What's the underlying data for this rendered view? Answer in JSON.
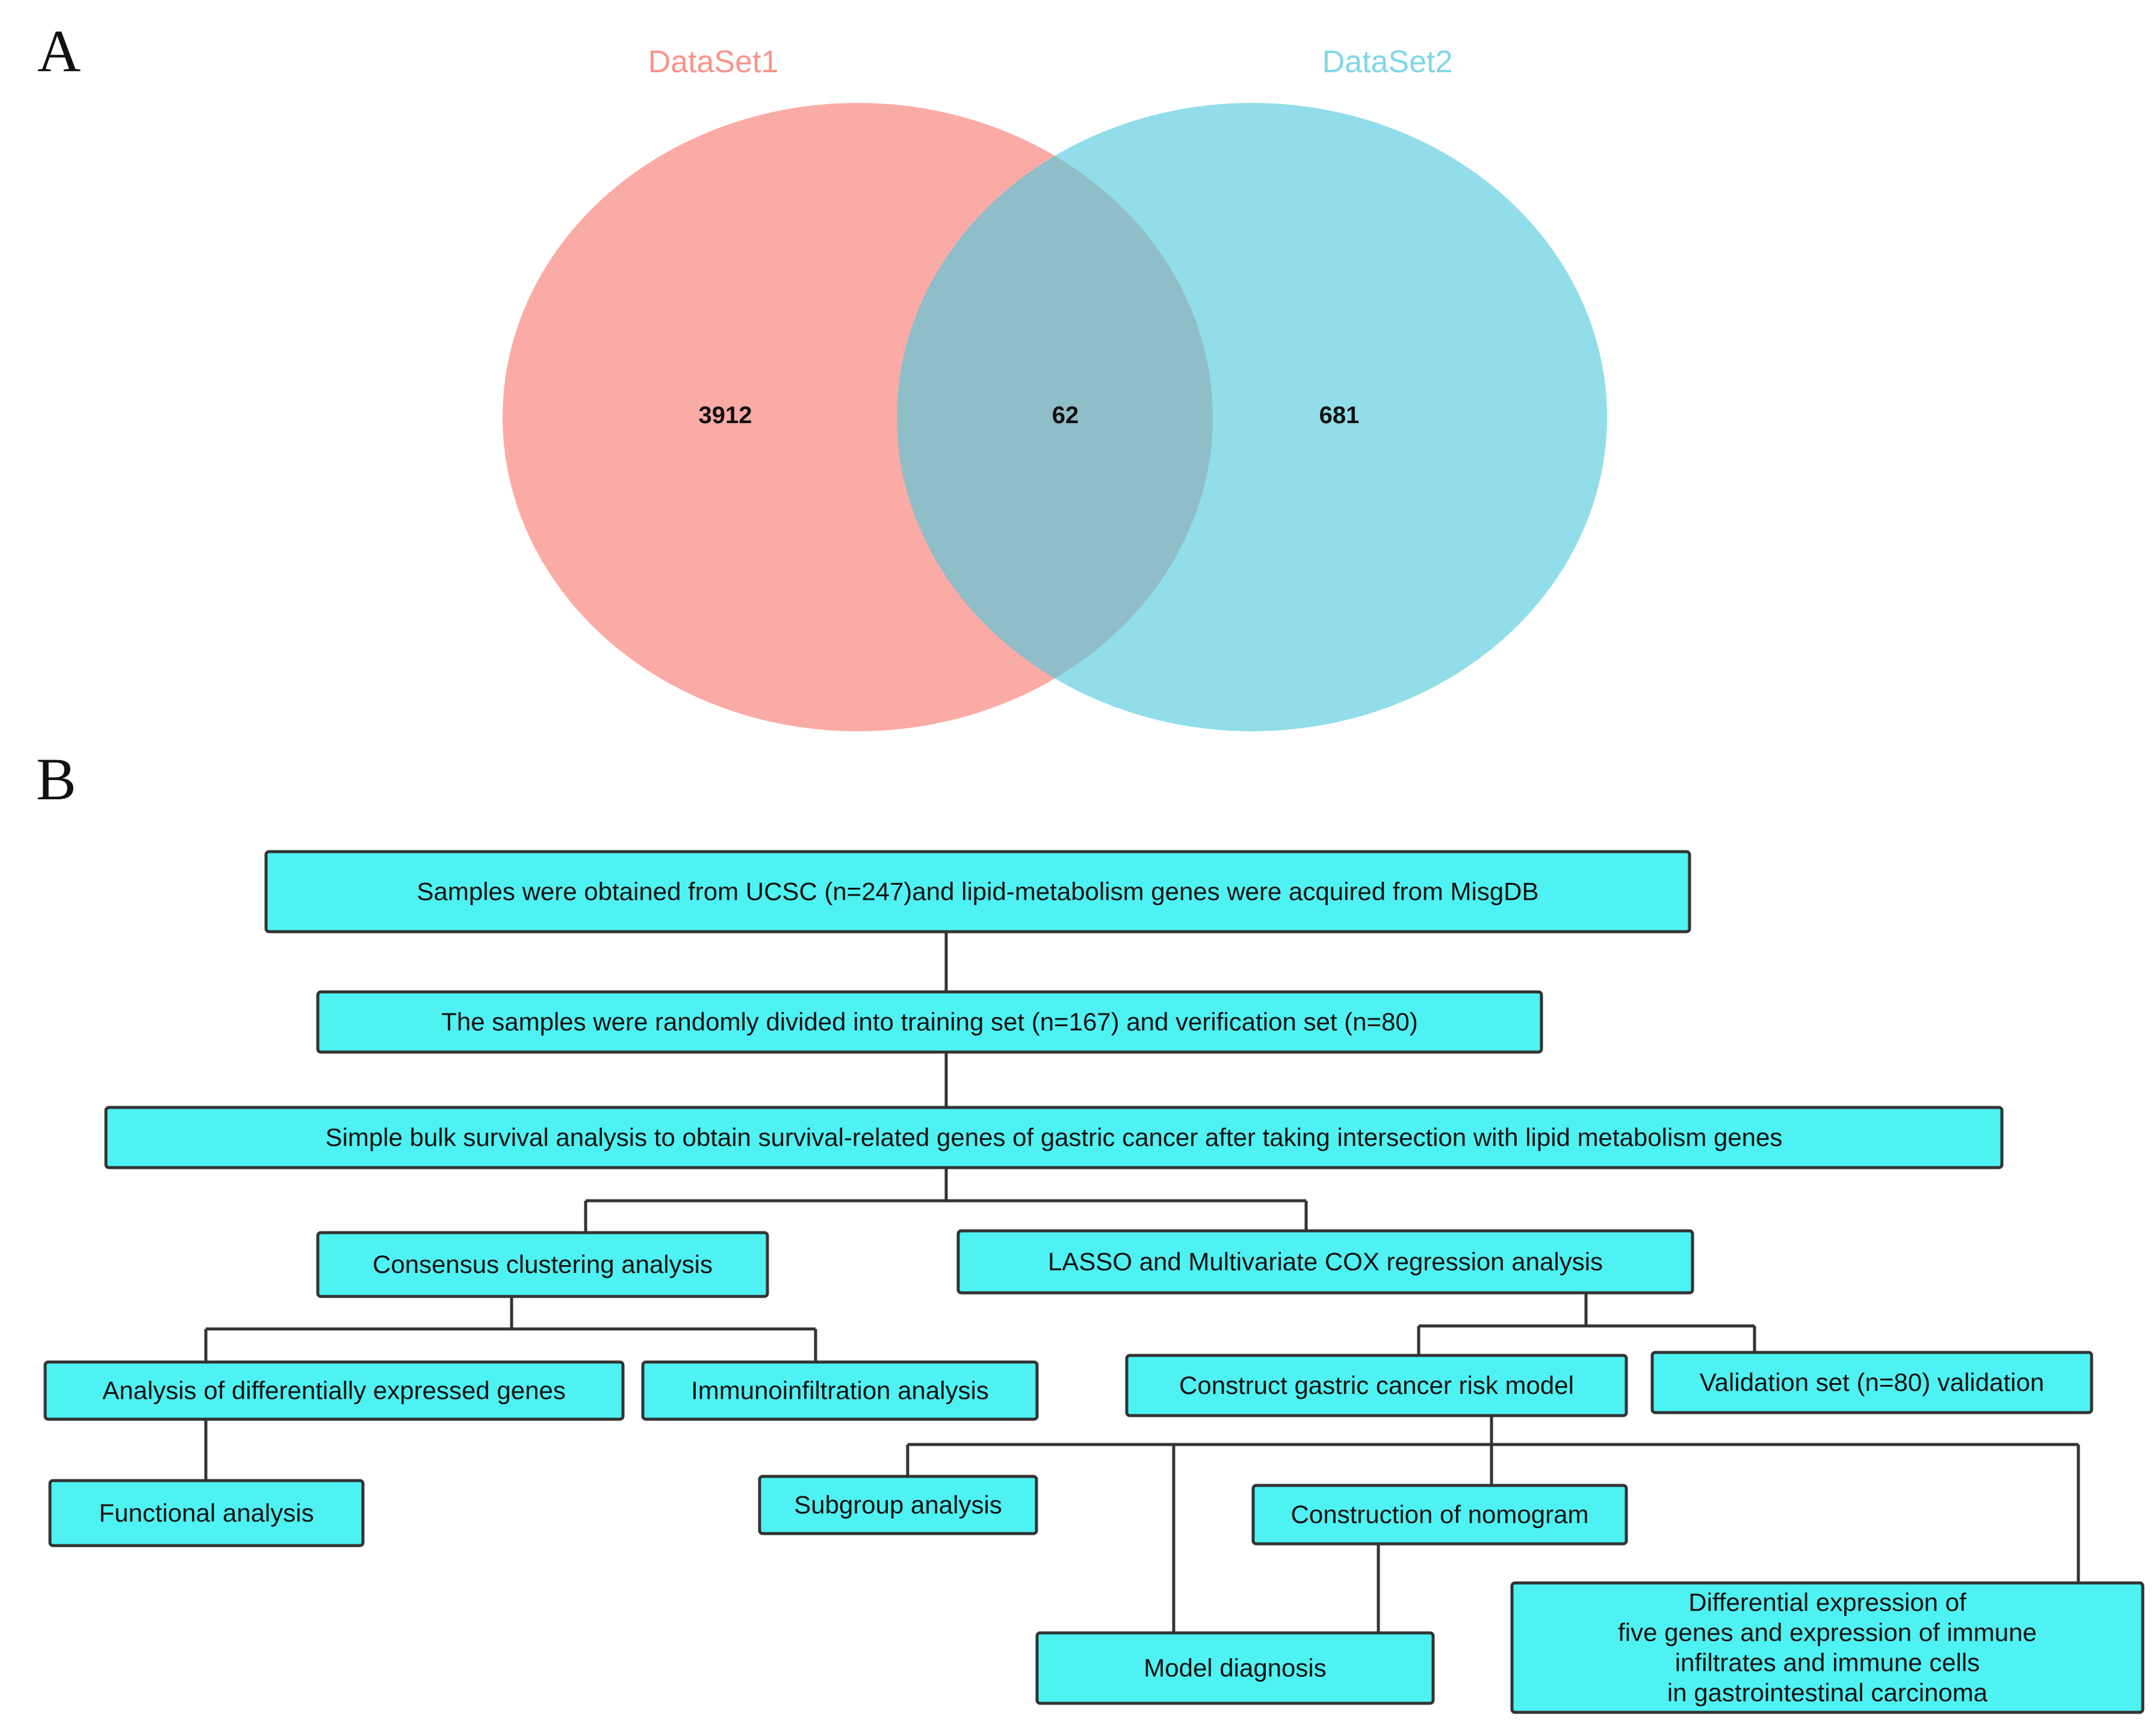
{
  "panels": {
    "a": "A",
    "b": "B"
  },
  "colors": {
    "set1": "#f8776d",
    "set2": "#4ec9dd",
    "box_fill": "#4ef2f2",
    "box_border": "#333333"
  },
  "venn": {
    "set1_label": "DataSet1",
    "set2_label": "DataSet2",
    "only_set1": "3912",
    "intersection": "62",
    "only_set2": "681"
  },
  "flowchart": {
    "nodes": {
      "samples": {
        "lines": [
          "Samples were obtained from UCSC  (n=247)and lipid-metabolism  genes  were acquired from MisgDB"
        ]
      },
      "divide": {
        "lines": [
          "The samples were randomly divided into training set (n=167) and verification set (n=80)"
        ]
      },
      "survival": {
        "lines": [
          "Simple bulk survival analysis to obtain survival-related genes of gastric cancer after taking intersection with lipid metabolism genes"
        ]
      },
      "consensus": {
        "lines": [
          "Consensus clustering analysis"
        ]
      },
      "lasso": {
        "lines": [
          "LASSO and Multivariate COX regression analysis"
        ]
      },
      "deg": {
        "lines": [
          "Analysis of differentially expressed genes"
        ]
      },
      "immuno": {
        "lines": [
          "Immunoinfiltration analysis"
        ]
      },
      "risk_model": {
        "lines": [
          "Construct gastric cancer risk model"
        ]
      },
      "validation": {
        "lines": [
          "Validation set (n=80) validation"
        ]
      },
      "functional": {
        "lines": [
          "Functional analysis"
        ]
      },
      "subgroup": {
        "lines": [
          "Subgroup analysis"
        ]
      },
      "nomogram": {
        "lines": [
          "Construction of nomogram"
        ]
      },
      "model_diag": {
        "lines": [
          "Model diagnosis"
        ]
      },
      "diff_expr": {
        "lines": [
          "Differential expression of",
          "five genes and expression of immune",
          "infiltrates and immune cells",
          "in gastrointestinal carcinoma"
        ]
      }
    }
  }
}
